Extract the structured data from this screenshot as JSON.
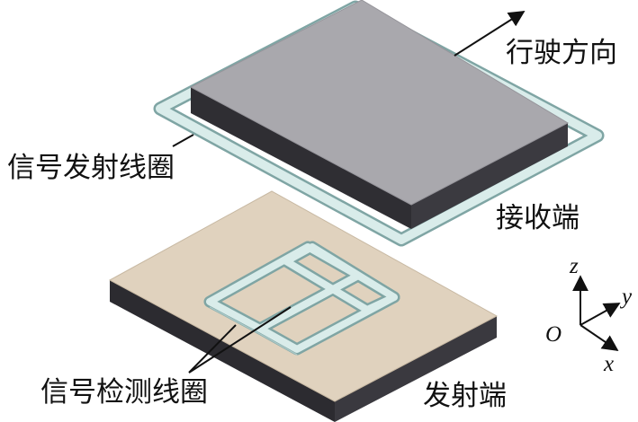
{
  "labels": {
    "direction": "行驶方向",
    "transmit_coil": "信号发射线圈",
    "receiver": "接收端",
    "detection_coil": "信号检测线圈",
    "transmitter": "发射端"
  },
  "axes": {
    "z": "z",
    "y": "y",
    "x": "x",
    "origin": "O"
  },
  "colors": {
    "receiver_top": "#a9a8ad",
    "receiver_side": "#2f2e33",
    "coil_fill": "#d9ecea",
    "coil_stroke": "#7fa5a4",
    "transmitter_top": "#e0d2be",
    "transmitter_side": "#2c2b30"
  }
}
